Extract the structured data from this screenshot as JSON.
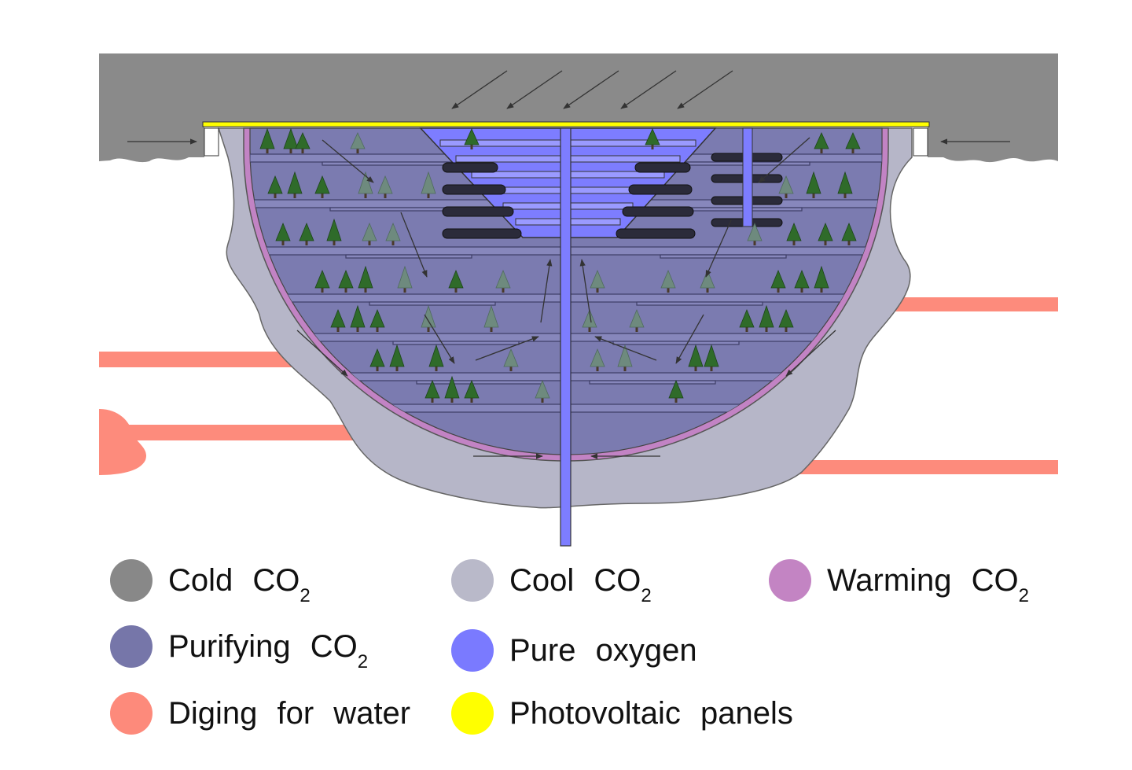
{
  "colors": {
    "cold_co2": "#8a8a8a",
    "cool_co2": "#b6b6c8",
    "warming_co2": "#c283c4",
    "purifying_co2": "#7b7bb0",
    "pure_oxygen": "#7d7dff",
    "digging": "#fd8b7c",
    "photovoltaic": "#ffff00",
    "tree": "#2f6b2a",
    "tree_faded": "#6e8a7e",
    "arrow": "#444444"
  },
  "legend": [
    {
      "label": "Cold",
      "sub": "2",
      "formula": "CO",
      "color": "#888888",
      "icon": "cold-co2-swatch"
    },
    {
      "label": "Cool",
      "sub": "2",
      "formula": "CO",
      "color": "#b9b9c9",
      "icon": "cool-co2-swatch"
    },
    {
      "label": "Warming",
      "sub": "2",
      "formula": "CO",
      "color": "#c384c3",
      "icon": "warming-co2-swatch"
    },
    {
      "label": "Purifying",
      "sub": "2",
      "formula": "CO",
      "color": "#7676a9",
      "icon": "purifying-co2-swatch"
    },
    {
      "label": "Pure oxygen",
      "sub": "",
      "formula": "",
      "color": "#7a7aff",
      "icon": "pure-oxygen-swatch"
    },
    {
      "label": "Diging for water",
      "sub": "",
      "formula": "",
      "color": "#fd8a7b",
      "icon": "digging-swatch"
    },
    {
      "label": "Photovoltaic panels",
      "sub": "",
      "formula": "",
      "color": "#ffff00",
      "icon": "photovoltaic-swatch"
    }
  ]
}
